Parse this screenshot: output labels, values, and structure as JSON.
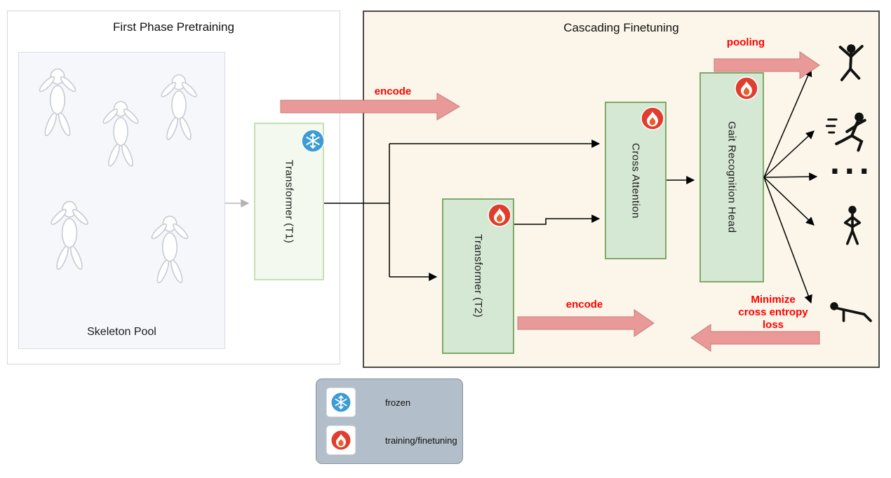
{
  "left_panel": {
    "title": "First Phase Pretraining",
    "skeleton_pool_label": "Skeleton Pool"
  },
  "right_panel": {
    "title": "Cascading Finetuning"
  },
  "blocks": {
    "t1_label": "Transformer (T1)",
    "t2_label": "Transformer (T2)",
    "cross_attention_label": "Cross Attention",
    "gait_head_label": "Gait Recognition Head"
  },
  "flow": {
    "encode_t1": "encode",
    "encode_t2": "encode",
    "pooling": "pooling",
    "minimize": "Minimize cross entropy loss"
  },
  "outputs": {
    "ellipsis": "..."
  },
  "legend": {
    "frozen": "frozen",
    "training": "training/finetuning"
  },
  "colors": {
    "trainable_fill": "#d5e8d4",
    "trainable_border": "#82b366",
    "frozen_fill": "#f3f9ee",
    "block_arrow_fill": "#ea9999",
    "flow_label_red": "#ff0000",
    "fire_red": "#e03d2d",
    "snowflake_blue": "#3d9bd5",
    "finetune_panel_bg": "#fbf6e9",
    "legend_bg": "#b2bfca"
  }
}
